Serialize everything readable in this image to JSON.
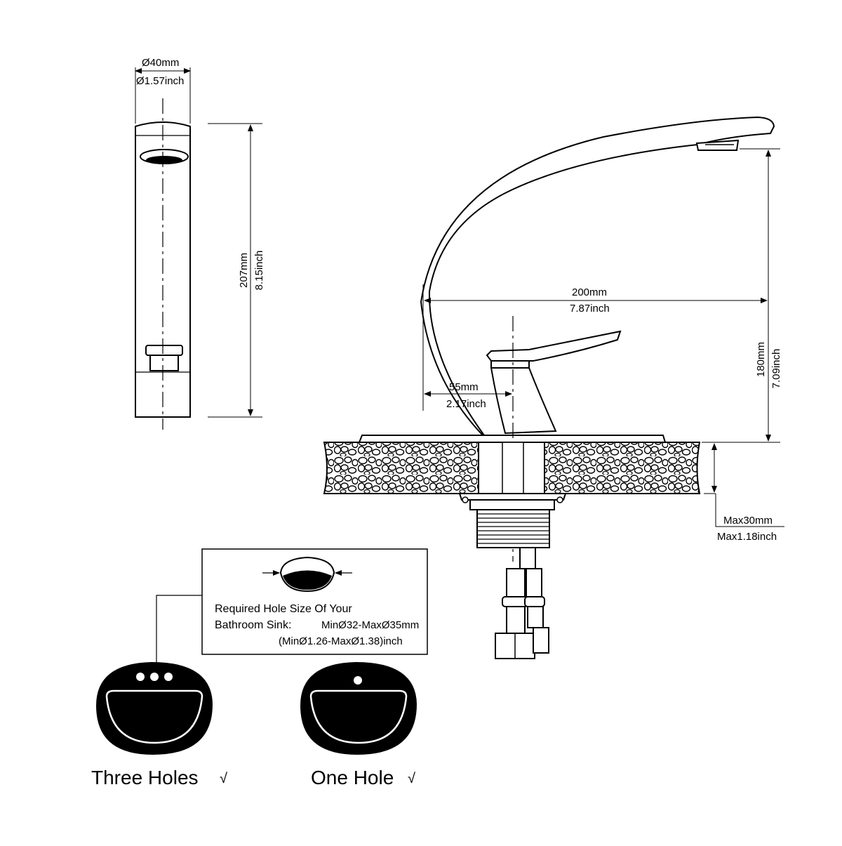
{
  "side_view": {
    "width_mm": "Ø40mm",
    "width_inch": "Ø1.57inch",
    "height_mm": "207mm",
    "height_inch": "8.15inch"
  },
  "front_view": {
    "reach_mm": "200mm",
    "reach_inch": "7.87inch",
    "handle_mm": "55mm",
    "handle_inch": "2.17inch",
    "spout_height_mm": "180mm",
    "spout_height_inch": "7.09inch",
    "deck_max_mm": "Max30mm",
    "deck_max_inch": "Max1.18inch"
  },
  "hole_note": {
    "line1": "Required Hole Size Of Your",
    "line2_prefix": "Bathroom Sink:",
    "line2_value": "MinØ32-MaxØ35mm",
    "line3": "(MinØ1.26-MaxØ1.38)inch"
  },
  "sinks": {
    "three_holes_label": "Three Holes",
    "one_hole_label": "One Hole",
    "check_mark": "√"
  }
}
